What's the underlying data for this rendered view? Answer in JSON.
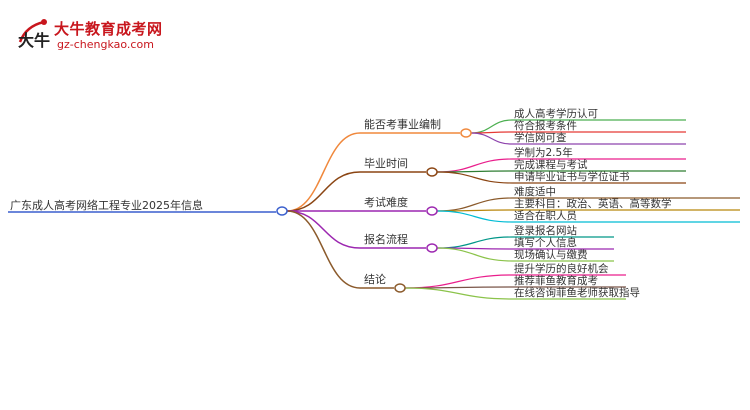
{
  "logo": {
    "title": "大牛教育成考网",
    "url": "gz-chengkao.com",
    "glyphs": "大牛"
  },
  "mindmap": {
    "root": "广东成人高考网络工程专业2025年信息",
    "branches": [
      {
        "label": "能否考事业编制",
        "color": "#f0883c",
        "leaves": [
          {
            "text": "成人高考学历认可",
            "color": "#4caf50"
          },
          {
            "text": "符合报考条件",
            "color": "#e53935"
          },
          {
            "text": "学信网可查",
            "color": "#8e44ad"
          }
        ]
      },
      {
        "label": "毕业时间",
        "color": "#8b4513",
        "leaves": [
          {
            "text": "学制为2.5年",
            "color": "#e91e8c"
          },
          {
            "text": "完成课程与考试",
            "color": "#2e7d32"
          },
          {
            "text": "申请毕业证书与学位证书",
            "color": "#8b4513"
          }
        ]
      },
      {
        "label": "考试难度",
        "color": "#9c27b0",
        "leaves": [
          {
            "text": "难度适中",
            "color": "#8b5a2b"
          },
          {
            "text": "主要科目：政治、英语、高等数学",
            "color": "#b8860b"
          },
          {
            "text": "适合在职人员",
            "color": "#00bcd4"
          }
        ]
      },
      {
        "label": "报名流程",
        "color": "#9c27b0",
        "leaves": [
          {
            "text": "登录报名网站",
            "color": "#009688"
          },
          {
            "text": "填写个人信息",
            "color": "#9c27b0"
          },
          {
            "text": "现场确认与缴费",
            "color": "#8bc34a"
          }
        ]
      },
      {
        "label": "结论",
        "color": "#8b5a2b",
        "leaves": [
          {
            "text": "提升学历的良好机会",
            "color": "#e91e8c"
          },
          {
            "text": "推荐菲鱼教育成考",
            "color": "#795548"
          },
          {
            "text": "在线咨询菲鱼老师获取指导",
            "color": "#8bc34a"
          }
        ]
      }
    ]
  }
}
